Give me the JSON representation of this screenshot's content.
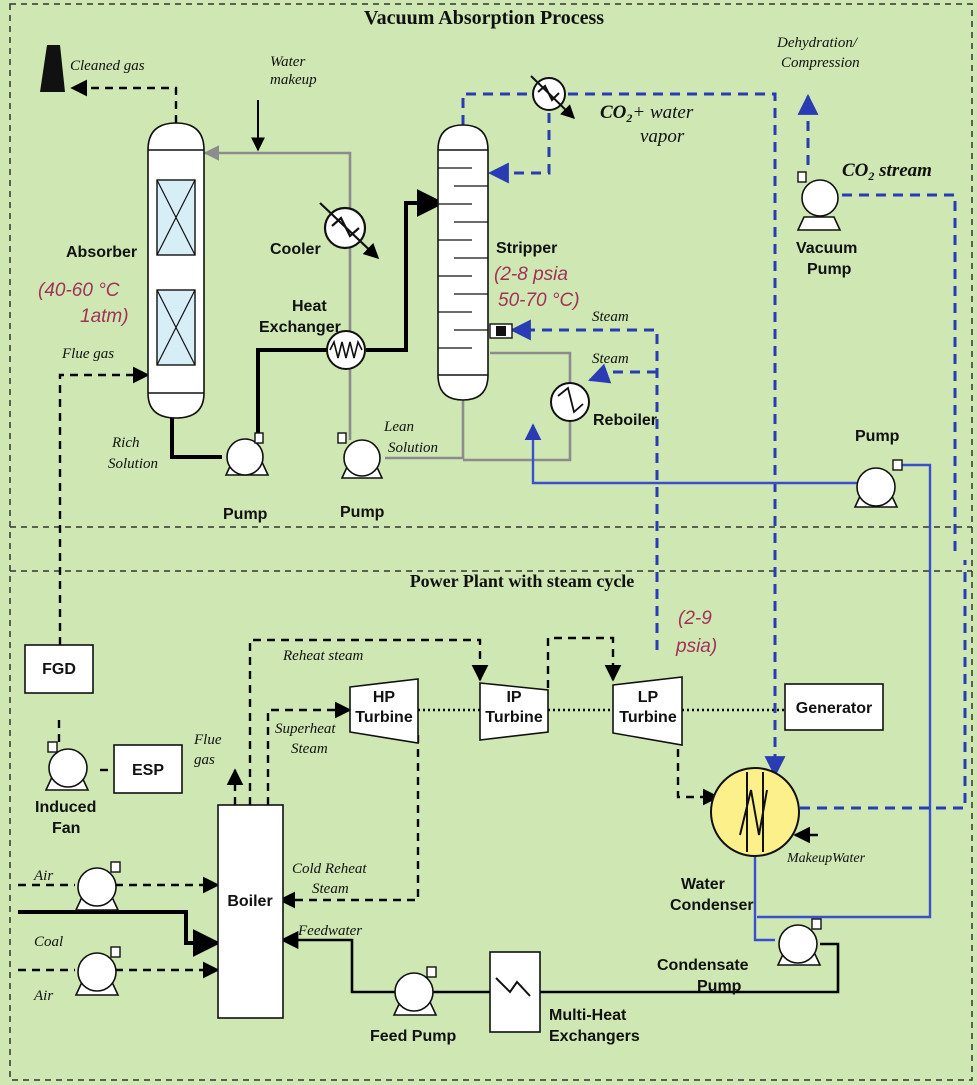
{
  "sections": {
    "top_title": "Vacuum Absorption Process",
    "bottom_title": "Power Plant with steam cycle"
  },
  "labels": {
    "cleaned_gas": "Cleaned gas",
    "water_makeup_1": "Water",
    "water_makeup_2": "makeup",
    "dehydration_1": "Dehydration/",
    "dehydration_2": "Compression",
    "co2_water_1": "CO",
    "co2_water_sub": "2",
    "co2_water_2": "+ water",
    "co2_water_3": "vapor",
    "co2_stream": "CO",
    "co2_stream_sub": "2",
    "co2_stream_2": " stream",
    "absorber": "Absorber",
    "absorber_cond_1": "(40-60 °C",
    "absorber_cond_2": "1atm)",
    "cooler": "Cooler",
    "heat_exchanger_1": "Heat",
    "heat_exchanger_2": "Exchanger",
    "stripper": "Stripper",
    "stripper_cond_1": "(2-8 psia",
    "stripper_cond_2": "50-70 °C)",
    "steam_1": "Steam",
    "steam_2": "Steam",
    "vacuum_pump_1": "Vacuum",
    "vacuum_pump_2": "Pump",
    "flue_gas": "Flue gas",
    "reboiler": "Reboiler",
    "pump_right": "Pump",
    "rich_solution_1": "Rich",
    "rich_solution_2": "Solution",
    "lean_solution_1": "Lean",
    "lean_solution_2": "Solution",
    "pump_1": "Pump",
    "pump_2": "Pump",
    "lp_pressure_1": "(2-9",
    "lp_pressure_2": "psia)",
    "fgd": "FGD",
    "reheat_steam": "Reheat steam",
    "hp_turbine_1": "HP",
    "hp_turbine_2": "Turbine",
    "ip_turbine_1": "IP",
    "ip_turbine_2": "Turbine",
    "lp_turbine_1": "LP",
    "lp_turbine_2": "Turbine",
    "generator": "Generator",
    "superheat_1": "Superheat",
    "superheat_2": "Steam",
    "flue_gas_2a": "Flue",
    "flue_gas_2b": "gas",
    "esp": "ESP",
    "induced_fan_1": "Induced",
    "induced_fan_2": "Fan",
    "air_1": "Air",
    "air_2": "Air",
    "boiler": "Boiler",
    "cold_reheat_1": "Cold Reheat",
    "cold_reheat_2": "Steam",
    "makeup_water": "MakeupWater",
    "water_condenser_1": "Water",
    "water_condenser_2": "Condenser",
    "coal": "Coal",
    "feedwater": "Feedwater",
    "condensate_pump_1": "Condensate",
    "condensate_pump_2": "Pump",
    "feed_pump": "Feed Pump",
    "multi_heat_1": "Multi-Heat",
    "multi_heat_2": "Exchangers"
  },
  "colors": {
    "background": "#cfe8b3",
    "blue_stream": "#2a3cb4",
    "condition_text": "#a0325a",
    "condenser": "#fbf08a",
    "packing": "#d8eef7"
  }
}
